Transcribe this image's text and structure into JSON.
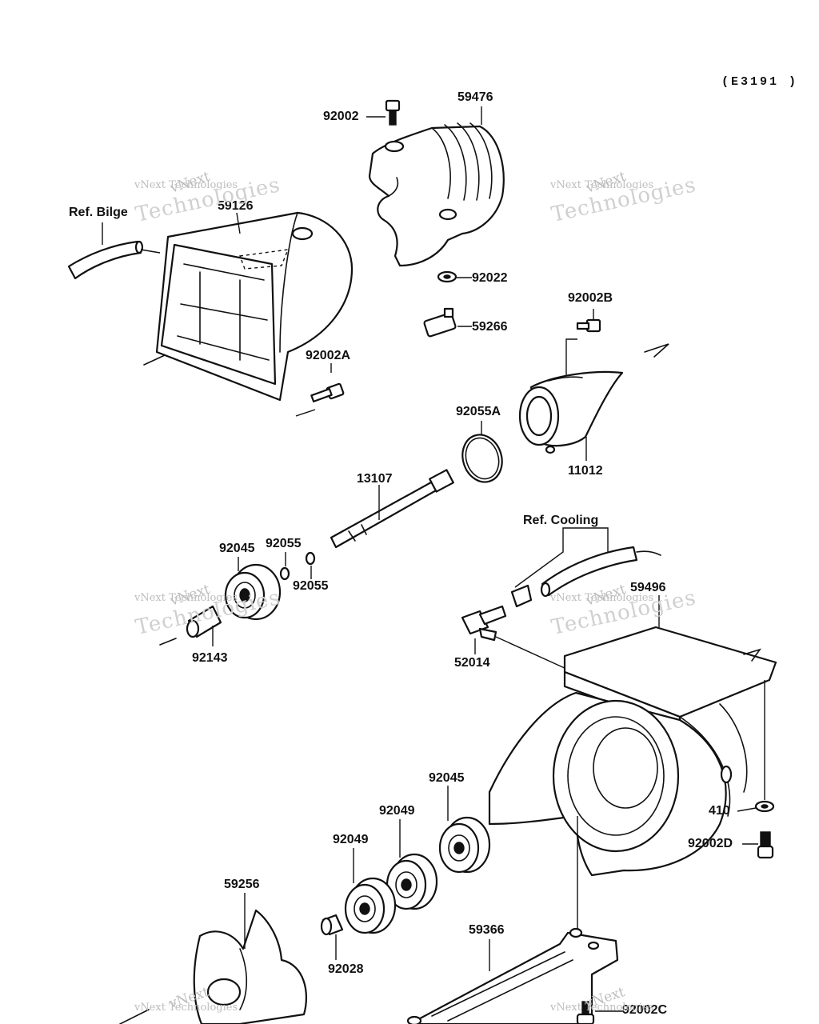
{
  "diagram": {
    "code": "(E3191 )",
    "watermark": {
      "line1": "vNext",
      "line2": "vNext Technologies",
      "line3": "Technologies"
    },
    "labels": [
      {
        "id": "92002",
        "text": "92002"
      },
      {
        "id": "59476",
        "text": "59476"
      },
      {
        "id": "ref-bilge",
        "text": "Ref. Bilge"
      },
      {
        "id": "59126",
        "text": "59126"
      },
      {
        "id": "92022",
        "text": "92022"
      },
      {
        "id": "59266",
        "text": "59266"
      },
      {
        "id": "92002B",
        "text": "92002B"
      },
      {
        "id": "92002A",
        "text": "92002A"
      },
      {
        "id": "92055A",
        "text": "92055A"
      },
      {
        "id": "11012",
        "text": "11012"
      },
      {
        "id": "13107",
        "text": "13107"
      },
      {
        "id": "ref-cooling",
        "text": "Ref. Cooling"
      },
      {
        "id": "92045-a",
        "text": "92045"
      },
      {
        "id": "92055-a",
        "text": "92055"
      },
      {
        "id": "92055-b",
        "text": "92055"
      },
      {
        "id": "59496",
        "text": "59496"
      },
      {
        "id": "92143",
        "text": "92143"
      },
      {
        "id": "52014",
        "text": "52014"
      },
      {
        "id": "92045-b",
        "text": "92045"
      },
      {
        "id": "92049-a",
        "text": "92049"
      },
      {
        "id": "92049-b",
        "text": "92049"
      },
      {
        "id": "410",
        "text": "410"
      },
      {
        "id": "92002D",
        "text": "92002D"
      },
      {
        "id": "59256",
        "text": "59256"
      },
      {
        "id": "59366",
        "text": "59366"
      },
      {
        "id": "92028",
        "text": "92028"
      },
      {
        "id": "92002C",
        "text": "92002C"
      }
    ]
  }
}
